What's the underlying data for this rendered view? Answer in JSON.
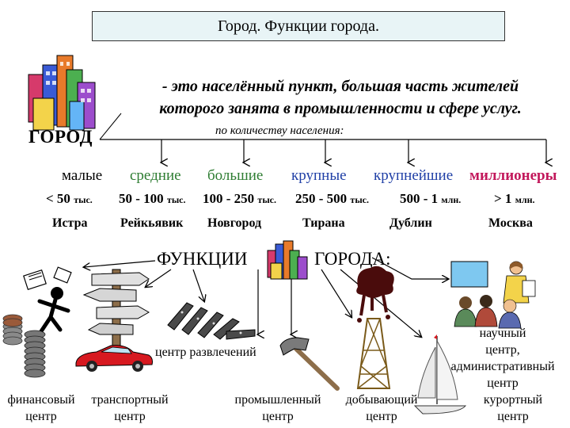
{
  "title": "Город. Функции города.",
  "definition_line1": "- это населённый пункт, большая часть жителей",
  "definition_line2": "которого занята в промышленности и сфере услуг.",
  "city_word": "ГОРОД",
  "population_note": "по количеству населения:",
  "categories": [
    {
      "name": "малые",
      "range": "< 50",
      "unit": "тыс.",
      "example": "Истра",
      "color": "#000000"
    },
    {
      "name": "средние",
      "range": "50 - 100",
      "unit": "тыс.",
      "example": "Рейкьявик",
      "color": "#2e7d32"
    },
    {
      "name": "большие",
      "range": "100 - 250",
      "unit": "тыс.",
      "example": "Новгород",
      "color": "#2e7d32"
    },
    {
      "name": "крупные",
      "range": "250 - 500",
      "unit": "тыс.",
      "example": "Тирана",
      "color": "#1f3fa6"
    },
    {
      "name": "крупнейшие",
      "range": "500 - 1",
      "unit": "млн.",
      "example": "Дублин",
      "color": "#1f3fa6"
    },
    {
      "name": "миллионеры",
      "range": "> 1",
      "unit": "млн.",
      "example": "Москва",
      "color": "#c2185b"
    }
  ],
  "functions_title_left": "ФУНКЦИИ",
  "functions_title_right": "ГОРОДА:",
  "functions": {
    "financial": [
      "финансовый",
      "центр"
    ],
    "transport": [
      "транспортный",
      "центр"
    ],
    "entertainment": "центр развлечений",
    "industrial": [
      "промышленный",
      "центр"
    ],
    "mining": [
      "добывающий",
      "центр"
    ],
    "science_admin": [
      "научный",
      "центр,",
      "административный",
      "центр"
    ],
    "resort": [
      "курортный",
      "центр"
    ]
  }
}
